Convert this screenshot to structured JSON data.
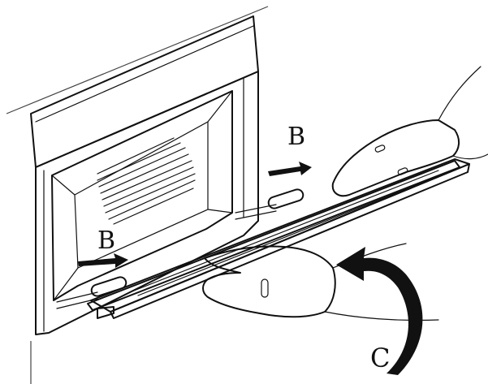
{
  "labels": {
    "upper_arrow_label": "B",
    "lower_arrow_label": "B",
    "rotation_label": "C"
  },
  "colors": {
    "ink": "#111111",
    "background": "#ffffff"
  },
  "icons": {
    "push_arrow": "arrow-right-icon",
    "rotate_arrow": "curved-arrow-up-icon"
  }
}
